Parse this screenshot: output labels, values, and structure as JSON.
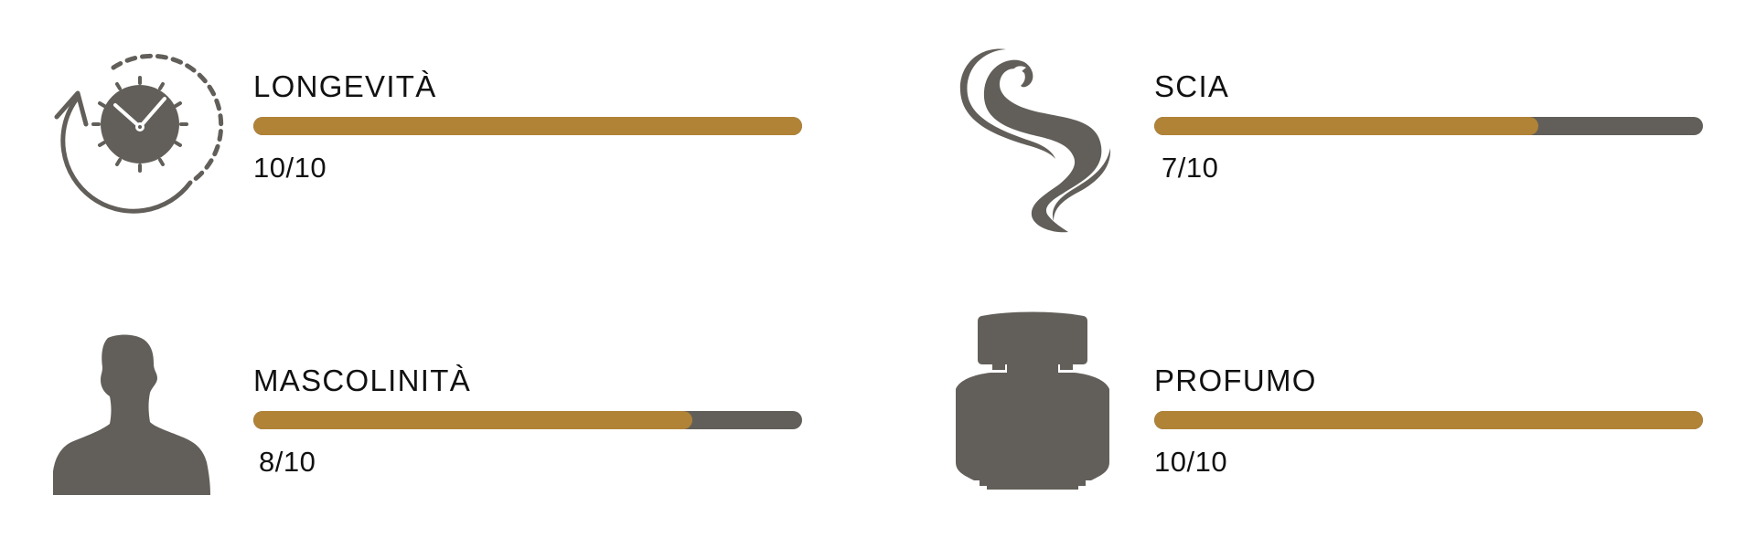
{
  "colors": {
    "accent": "#b08337",
    "track": "#625f5a",
    "icon": "#625f5a",
    "text": "#111111",
    "background": "#ffffff"
  },
  "stats": [
    {
      "id": "longevita",
      "label": "LONGEVITÀ",
      "value_text": "10/10",
      "value": 10,
      "max": 10,
      "icon": "clock-icon"
    },
    {
      "id": "scia",
      "label": "SCIA",
      "value_text": "7/10",
      "value": 7,
      "max": 10,
      "icon": "smoke-trail-icon"
    },
    {
      "id": "mascolinita",
      "label": "MASCOLINITÀ",
      "value_text": "8/10",
      "value": 8,
      "max": 10,
      "icon": "man-silhouette-icon"
    },
    {
      "id": "profumo",
      "label": "PROFUMO",
      "value_text": "10/10",
      "value": 10,
      "max": 10,
      "icon": "perfume-bottle-icon"
    }
  ]
}
